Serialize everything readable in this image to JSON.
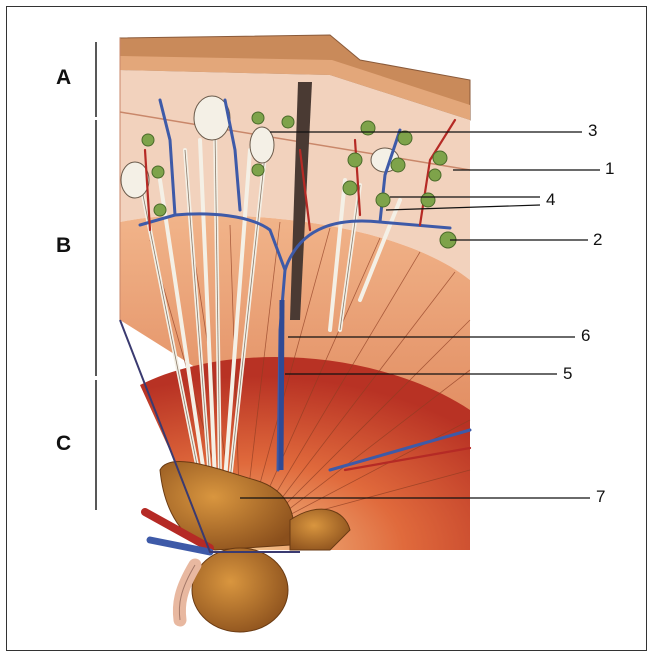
{
  "regions": [
    {
      "id": "A",
      "label": "A"
    },
    {
      "id": "B",
      "label": "B"
    },
    {
      "id": "C",
      "label": "C"
    }
  ],
  "callouts": [
    {
      "id": "1",
      "label": "1"
    },
    {
      "id": "2",
      "label": "2"
    },
    {
      "id": "3",
      "label": "3"
    },
    {
      "id": "4",
      "label": "4"
    },
    {
      "id": "5",
      "label": "5"
    },
    {
      "id": "6",
      "label": "6"
    },
    {
      "id": "7",
      "label": "7"
    }
  ],
  "colors": {
    "capsule": "#c98a5a",
    "cortex": "#f2d2bd",
    "medulla_outer": "#e59a6a",
    "medulla_inner": "#c8452e",
    "pelvis": "#b06a2a",
    "vein": "#3e5aa8",
    "artery": "#b52a25",
    "glomerulus": "#7ea34a",
    "tubule": "#f4f0e6",
    "ureter": "#e8b8a0"
  }
}
